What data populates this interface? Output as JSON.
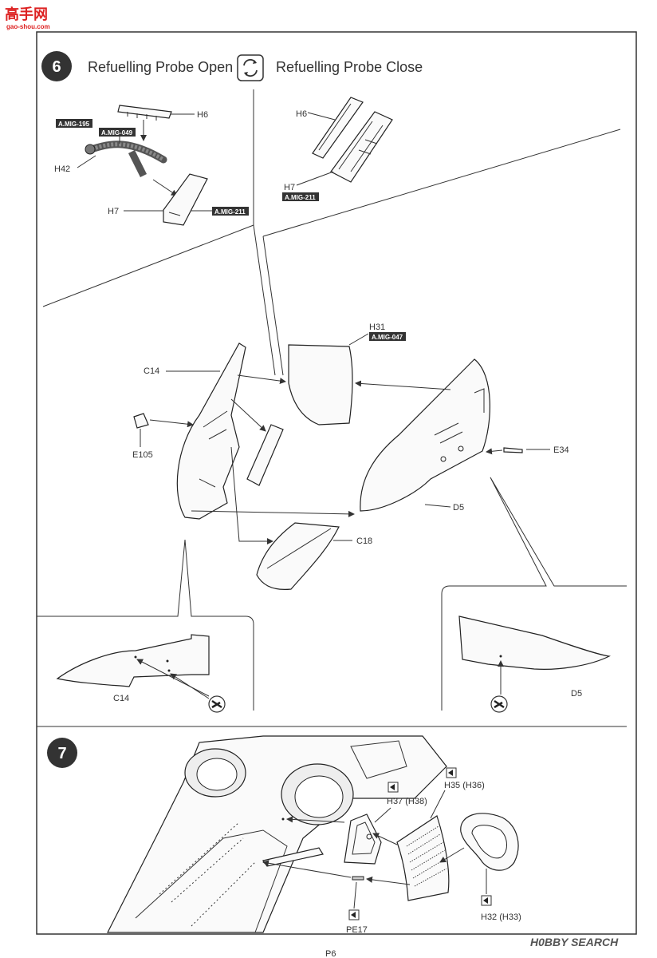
{
  "watermark": {
    "site_name": "高手网",
    "site_url": "gao-shou.com",
    "brand": "H0BBY SEARCH"
  },
  "step6": {
    "number": "6",
    "title_open": "Refuelling Probe Open",
    "title_close": "Refuelling Probe Close",
    "open": {
      "part_h6": "H6",
      "part_h42": "H42",
      "part_h7": "H7",
      "paint_195": "A.MIG-195",
      "paint_049": "A.MIG-049",
      "paint_211": "A.MIG-211"
    },
    "close": {
      "part_h6": "H6",
      "part_h7": "H7",
      "paint_211": "A.MIG-211"
    },
    "assembly": {
      "part_h31": "H31",
      "paint_047": "A.MIG-047",
      "part_c14": "C14",
      "part_e105": "E105",
      "part_e34": "E34",
      "part_d5": "D5",
      "part_c18": "C18"
    },
    "detail_left": {
      "part": "C14"
    },
    "detail_right": {
      "part": "D5"
    }
  },
  "step7": {
    "number": "7",
    "part_h37": "H37 (H38)",
    "part_h35": "H35 (H36)",
    "part_h32": "H32 (H33)",
    "part_pe17": "PE17"
  },
  "footer": {
    "page_label": "P6"
  }
}
